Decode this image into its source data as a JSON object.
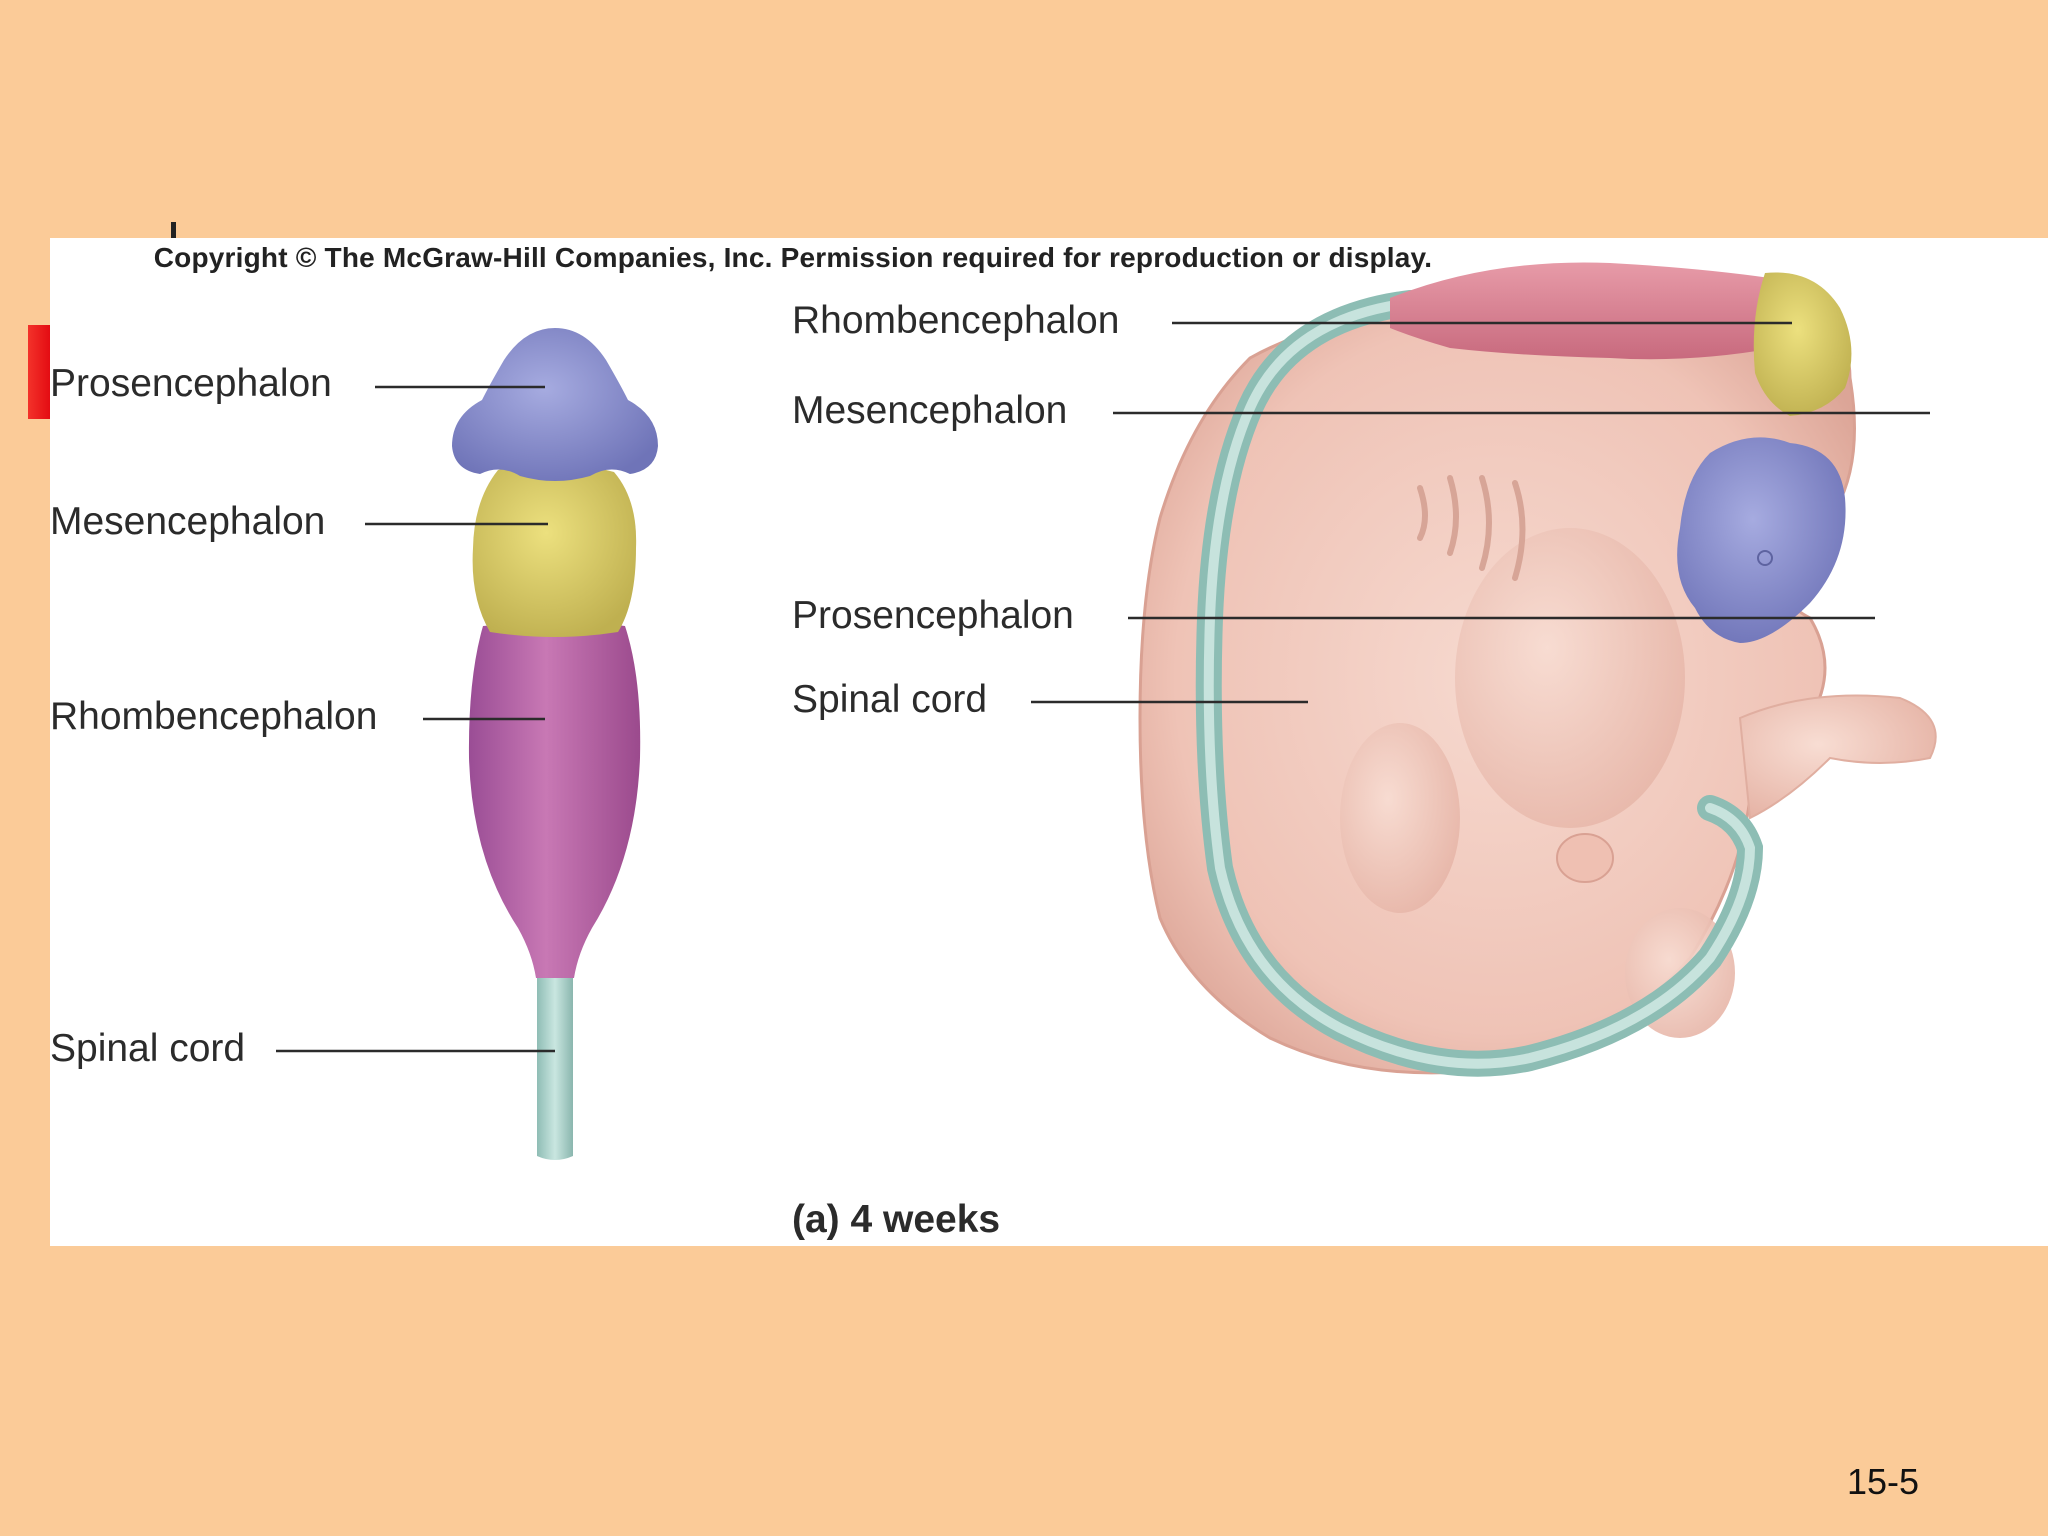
{
  "copyright": "Copyright © The McGraw-Hill Companies, Inc. Permission required for reproduction or display.",
  "left_diagram": {
    "labels": {
      "prosencephalon": "Prosencephalon",
      "mesencephalon": "Mesencephalon",
      "rhombencephalon": "Rhombencephalon",
      "spinal_cord": "Spinal cord"
    }
  },
  "right_diagram": {
    "labels": {
      "rhombencephalon": "Rhombencephalon",
      "mesencephalon": "Mesencephalon",
      "prosencephalon": "Prosencephalon",
      "spinal_cord": "Spinal cord"
    }
  },
  "caption": "(a) 4 weeks",
  "page_number": "15-5",
  "colors": {
    "background": "#fbcb98",
    "panel": "#ffffff",
    "prosencephalon": "#7f86c8",
    "mesencephalon": "#d6c56a",
    "rhombencephalon": "#b85a9a",
    "spinal_cord": "#a9cfc8",
    "embryo_skin": "#f2c9bd",
    "accent": "#e8141a"
  }
}
